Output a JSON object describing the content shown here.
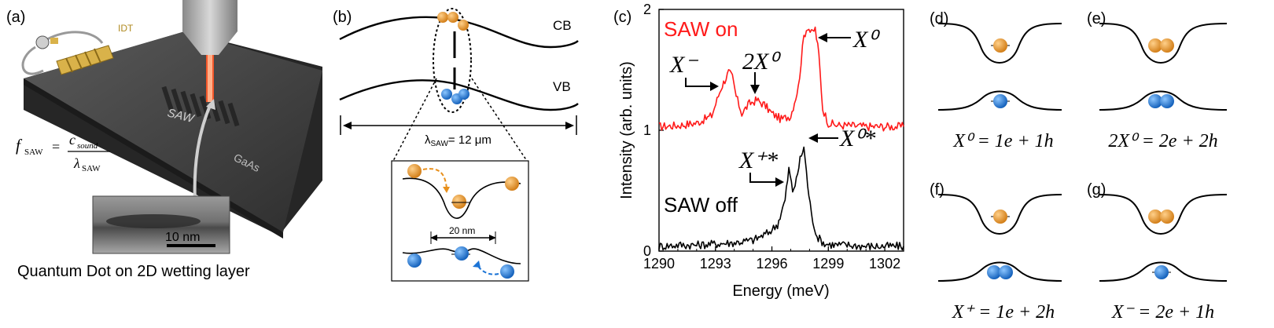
{
  "panels": {
    "a": {
      "label": "(a)",
      "idt_label": "IDT",
      "saw_label": "SAW",
      "substrate_label": "GaAs",
      "formula_lhs_f": "f",
      "formula_lhs_sub": "SAW",
      "formula_num_c": "c",
      "formula_num_sub": "sound",
      "formula_den_lambda": "λ",
      "formula_den_sub": "SAW",
      "scale_bar": "10 nm",
      "caption": "Quantum Dot on 2D wetting layer"
    },
    "b": {
      "label": "(b)",
      "cb": "CB",
      "vb": "VB",
      "wavelength_lambda": "λ",
      "wavelength_sub": "SAW",
      "wavelength_value": "= 12 μm",
      "inset_scale": "20 nm"
    },
    "c": {
      "label": "(c)"
    },
    "d": {
      "label": "(d)",
      "formula": "X⁰ = 1e + 1h"
    },
    "e": {
      "label": "(e)",
      "formula": "2X⁰ = 2e + 2h"
    },
    "f": {
      "label": "(f)",
      "formula": "X⁺ = 1e + 2h"
    },
    "g": {
      "label": "(g)",
      "formula": "X⁻ = 2e + 1h"
    }
  },
  "colors": {
    "saw_on": "#ff1a1a",
    "saw_off": "#000000",
    "electron": "#e8901c",
    "hole": "#1c74d6",
    "idt_gold": "#d9b24a",
    "laser": "#ff5a2a"
  },
  "chart_data": {
    "type": "line",
    "xlabel": "Energy (meV)",
    "ylabel": "Intensity (arb. units)",
    "xlim": [
      1290,
      1303
    ],
    "ylim": [
      0,
      2
    ],
    "x_ticks": [
      "1290",
      "1293",
      "1296",
      "1299",
      "1302"
    ],
    "y_ticks": [
      "0",
      "1",
      "2"
    ],
    "grid": false,
    "series": [
      {
        "name": "SAW on",
        "color": "#ff1a1a",
        "x": [
          1290,
          1291,
          1292,
          1292.8,
          1293.3,
          1293.7,
          1293.9,
          1294.1,
          1294.4,
          1294.8,
          1295.2,
          1295.6,
          1296.0,
          1296.5,
          1297.0,
          1297.4,
          1297.7,
          1297.9,
          1298.1,
          1298.3,
          1298.5,
          1298.7,
          1299.0,
          1299.5,
          1300,
          1301,
          1302,
          1303
        ],
        "values": [
          1.03,
          1.04,
          1.06,
          1.12,
          1.35,
          1.48,
          1.44,
          1.28,
          1.14,
          1.22,
          1.25,
          1.21,
          1.14,
          1.09,
          1.12,
          1.35,
          1.78,
          1.86,
          1.8,
          1.84,
          1.62,
          1.18,
          1.06,
          1.04,
          1.04,
          1.03,
          1.03,
          1.03
        ]
      },
      {
        "name": "SAW off",
        "color": "#000000",
        "x": [
          1290,
          1291,
          1292,
          1293,
          1294,
          1295,
          1295.8,
          1296.3,
          1296.7,
          1296.9,
          1297.1,
          1297.3,
          1297.5,
          1297.7,
          1297.9,
          1298.1,
          1298.4,
          1298.8,
          1299.5,
          1300,
          1301,
          1302,
          1303
        ],
        "values": [
          0.04,
          0.05,
          0.05,
          0.06,
          0.07,
          0.09,
          0.15,
          0.22,
          0.42,
          0.68,
          0.5,
          0.58,
          0.76,
          0.86,
          0.55,
          0.3,
          0.12,
          0.06,
          0.05,
          0.05,
          0.04,
          0.04,
          0.04
        ]
      }
    ],
    "annotations": [
      {
        "text": "SAW on",
        "color": "#ff1a1a"
      },
      {
        "text": "SAW off",
        "color": "#000000"
      },
      {
        "text": "X⁰"
      },
      {
        "text": "X⁻"
      },
      {
        "text": "2X⁰"
      },
      {
        "text": "X⁺*"
      },
      {
        "text": "X⁰*"
      }
    ]
  }
}
